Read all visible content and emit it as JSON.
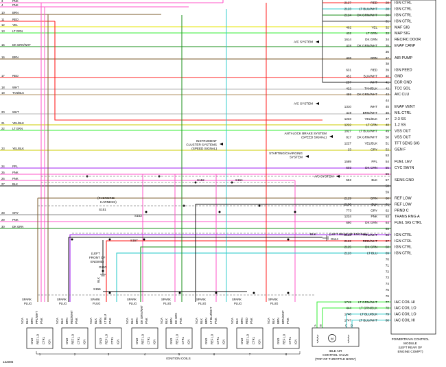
{
  "colors": {
    "PNK": "#ff55c8",
    "BRN": "#7a5a2a",
    "RED": "#ff2020",
    "YEL": "#e6e600",
    "LT GRN": "#33ee33",
    "DK GRN": "#1a8f1a",
    "DK GRN/WHT": "#1a8f1a",
    "WHT": "#b5b5b5",
    "TAN/BLK": "#b09060",
    "YEL/BLK": "#cccc00",
    "BLK": "#111111",
    "BLK/WHT": "#222222",
    "PPL": "#a020f0",
    "LT BLU": "#33cccc",
    "LT BLU/WHT": "#33cccc",
    "LT BLU/BLK": "#33cccc",
    "LT GRN/WHT": "#33ee33",
    "RED/WHT": "#ff2020",
    "PPL/WHT": "#a020f0",
    "GRY": "#888888",
    "BRN/WHT": "#7a5a2a",
    "DK BLU": "#2040c0"
  },
  "left_wires": [
    {
      "num": "3",
      "color": "PNK"
    },
    {
      "num": "4",
      "color": "PNK"
    },
    {
      "num": "10",
      "color": "BRN"
    },
    {
      "num": "11",
      "color": "RED"
    },
    {
      "num": "12",
      "color": "YEL"
    },
    {
      "num": "13",
      "color": "LT GRN"
    },
    {
      "num": "15",
      "color": "DK GRN/WHT"
    },
    {
      "num": "16",
      "color": "BRN"
    },
    {
      "num": "17",
      "color": "RED"
    },
    {
      "num": "18",
      "color": "WHT"
    },
    {
      "num": "19",
      "color": "TAN/BLK"
    },
    {
      "num": "20",
      "color": "WHT"
    },
    {
      "num": "21",
      "color": "YEL/BLK"
    },
    {
      "num": "22",
      "color": "LT GRN"
    },
    {
      "num": "23",
      "color": "YEL/BLK"
    },
    {
      "num": "24",
      "color": "PPL"
    },
    {
      "num": "25",
      "color": "PNK"
    },
    {
      "num": "26",
      "color": "PNK"
    },
    {
      "num": "27",
      "color": "BLK"
    },
    {
      "num": "28",
      "color": "GRY"
    },
    {
      "num": "29",
      "color": "PNK"
    },
    {
      "num": "30",
      "color": "DK GRN"
    }
  ],
  "pcm_rows": [
    {
      "circuit": "2127",
      "color": "RED",
      "pin": "28",
      "label": "IGN CTRL"
    },
    {
      "circuit": "2123",
      "color": "LT BLU/WHT",
      "pin": "28",
      "label": "IGN CTRL"
    },
    {
      "circuit": "2124",
      "color": "DK GRN/WHT",
      "pin": "30",
      "label": "IGN CTRL"
    },
    {
      "circuit": "",
      "color": "",
      "pin": "31",
      "label": "IGN CTRL"
    },
    {
      "circuit": "492",
      "color": "YEL",
      "pin": "32",
      "label": "MAF SIG"
    },
    {
      "circuit": "432",
      "color": "LT GRN",
      "pin": "33",
      "label": "MAP SIG"
    },
    {
      "circuit": "1614",
      "color": "DK GRN",
      "pin": "34",
      "label": "RECIRC DOOR"
    },
    {
      "circuit": "428",
      "color": "DK GRN/WHT",
      "pin": "35",
      "label": "EVAP CANP"
    },
    {
      "circuit": "",
      "color": "",
      "pin": "36",
      "label": ""
    },
    {
      "circuit": "436",
      "color": "BRN",
      "pin": "37",
      "label": "AIR PUMP"
    },
    {
      "circuit": "",
      "color": "",
      "pin": "38",
      "label": ""
    },
    {
      "circuit": "631",
      "color": "RED",
      "pin": "39",
      "label": "IGN FEED"
    },
    {
      "circuit": "451",
      "color": "BLK/WHT",
      "pin": "40",
      "label": "GND"
    },
    {
      "circuit": "257",
      "color": "WHT",
      "pin": "41",
      "label": "EGR GND"
    },
    {
      "circuit": "422",
      "color": "TAN/BLK",
      "pin": "42",
      "label": "TCC SOL"
    },
    {
      "circuit": "459",
      "color": "DK GRN/WHT",
      "pin": "43",
      "label": "A/C CLU"
    },
    {
      "circuit": "",
      "color": "",
      "pin": "44",
      "label": ""
    },
    {
      "circuit": "1310",
      "color": "WHT",
      "pin": "45",
      "label": "EVAP VENT"
    },
    {
      "circuit": "419",
      "color": "BRN/WHT",
      "pin": "46",
      "label": "MIL CTRL"
    },
    {
      "circuit": "1223",
      "color": "YEL/BLK",
      "pin": "47",
      "label": "2-3 SS"
    },
    {
      "circuit": "1222",
      "color": "LT GRN",
      "pin": "48",
      "label": "1-2 SS"
    },
    {
      "circuit": "1827",
      "color": "LT BLU/WHT",
      "pin": "49",
      "label": "VSS OUT"
    },
    {
      "circuit": "817",
      "color": "DK GRN/WHT",
      "pin": "50",
      "label": "VSS OUT"
    },
    {
      "circuit": "1227",
      "color": "YEL/BLK",
      "pin": "51",
      "label": "TFT SENS SIG"
    },
    {
      "circuit": "23",
      "color": "GRY",
      "pin": "52",
      "label": "GEN F"
    },
    {
      "circuit": "",
      "color": "",
      "pin": "53",
      "label": ""
    },
    {
      "circuit": "1589",
      "color": "PPL",
      "pin": "54",
      "label": "FUEL LEV"
    },
    {
      "circuit": "603",
      "color": "DK GRN",
      "pin": "55",
      "label": "CYC SW IN"
    },
    {
      "circuit": "",
      "color": "",
      "pin": "56",
      "label": ""
    },
    {
      "circuit": "552",
      "color": "BLK",
      "pin": "57",
      "label": "SENS GND"
    },
    {
      "circuit": "",
      "color": "",
      "pin": "58",
      "label": ""
    },
    {
      "circuit": "",
      "color": "",
      "pin": "59",
      "label": ""
    },
    {
      "circuit": "2129",
      "color": "BRN",
      "pin": "60",
      "label": "REF LOW"
    },
    {
      "circuit": "2130",
      "color": "BLK",
      "pin": "61",
      "label": "REF LOW"
    },
    {
      "circuit": "773",
      "color": "GRY",
      "pin": "62",
      "label": "PRND C"
    },
    {
      "circuit": "1224",
      "color": "PNK",
      "pin": "63",
      "label": "TRANS RNG A"
    },
    {
      "circuit": "690",
      "color": "DK GRN",
      "pin": "64",
      "label": "FUEL SIG CTRL"
    },
    {
      "circuit": "",
      "color": "",
      "pin": "65",
      "label": ""
    },
    {
      "circuit": "2126",
      "color": "PPL/WHT",
      "pin": "66",
      "label": "IGN CTRL"
    },
    {
      "circuit": "2122",
      "color": "RED/WHT",
      "pin": "67",
      "label": "IGN CTRL"
    },
    {
      "circuit": "2125",
      "color": "DK GRN",
      "pin": "68",
      "label": "IGN CTRL"
    },
    {
      "circuit": "2123",
      "color": "LT BLU",
      "pin": "69",
      "label": "IGN CTRL"
    },
    {
      "circuit": "",
      "color": "",
      "pin": "70",
      "label": ""
    },
    {
      "circuit": "",
      "color": "",
      "pin": "71",
      "label": ""
    },
    {
      "circuit": "",
      "color": "",
      "pin": "72",
      "label": ""
    },
    {
      "circuit": "",
      "color": "",
      "pin": "73",
      "label": ""
    },
    {
      "circuit": "",
      "color": "",
      "pin": "74",
      "label": ""
    },
    {
      "circuit": "",
      "color": "",
      "pin": "75",
      "label": ""
    },
    {
      "circuit": "",
      "color": "",
      "pin": "76",
      "label": ""
    },
    {
      "circuit": "1749",
      "color": "LT GRN/WHT",
      "pin": "77",
      "label": "IAC COIL HI"
    },
    {
      "circuit": "444",
      "color": "LT GRN/BLK",
      "pin": "78",
      "label": "IAC COIL LO"
    },
    {
      "circuit": "1748",
      "color": "LT BLU/BLK",
      "pin": "79",
      "label": "IAC COIL LO"
    },
    {
      "circuit": "1747",
      "color": "LT BLU/WHT",
      "pin": "80",
      "label": "IAC COIL HI"
    }
  ],
  "arrows": [
    {
      "label": "A/C SYSTEM"
    },
    {
      "label": "A/C SYSTEM"
    },
    {
      "label": "ANTI-LOCK BRAKE SYSTEM"
    },
    {
      "label": "(SPEED SIGNAL)"
    },
    {
      "label": "INSTRUMENT"
    },
    {
      "label": "CLUSTER SYSTEMS"
    },
    {
      "label": "(SPEED SIGNAL)"
    },
    {
      "label": "STARTING/CHARGING"
    },
    {
      "label": "SYSTEM"
    },
    {
      "label": "A/C SYSTEM"
    }
  ],
  "splices": [
    {
      "label": "S151"
    },
    {
      "label": "S152"
    },
    {
      "label": "S153"
    },
    {
      "label": "S154"
    },
    {
      "label": "S156"
    },
    {
      "label": "S157"
    },
    {
      "label": "G110"
    },
    {
      "label": "G114"
    }
  ],
  "notes": {
    "engine_harness": [
      "(IN ENGINE",
      "HARNESS)"
    ],
    "left_front": [
      "(LEFT",
      "FRONT OF",
      "ENGINE)"
    ],
    "left_rear": "(LEFT REAR OF ENGINE)",
    "blk_label": "BLK"
  },
  "coils": [
    {
      "num": "1",
      "wires": [
        "NCA",
        "BLK",
        "BRN",
        "PPL/WHT",
        "PNK"
      ]
    },
    {
      "num": "2",
      "wires": [
        "NCA",
        "BLK",
        "BRN",
        "RED/WHT",
        "PNK"
      ]
    },
    {
      "num": "3",
      "wires": [
        "NCA",
        "BLK",
        "BRN",
        "LT BLU",
        "PNK"
      ]
    },
    {
      "num": "4",
      "wires": [
        "NCA",
        "BLK",
        "BRN",
        "DK GRN/WHT",
        "PNK"
      ]
    },
    {
      "num": "5",
      "wires": [
        "NCA",
        "BLK",
        "BRN",
        "DK GRN",
        "PNK"
      ]
    },
    {
      "num": "6",
      "wires": [
        "NCA",
        "BLK",
        "BRN",
        "LT BLU/WHT",
        "PNK"
      ]
    },
    {
      "num": "7",
      "wires": [
        "NCA",
        "BLK",
        "BRN",
        "RED",
        "PNK"
      ]
    },
    {
      "num": "8",
      "wires": [
        "NCA",
        "BLK",
        "BRN",
        "BRN/WHT",
        "PNK"
      ]
    }
  ],
  "coil_pins": [
    "GND",
    "REF LO",
    "CTRL",
    "IGN"
  ],
  "spark_plug_label": [
    "SPARK",
    "PLUG"
  ],
  "ignition_coils_label": "IGNITION COILS",
  "iac": {
    "title": [
      "IDLE AIR",
      "CONTROL VALVE",
      "(TOP OF THROTTLE BODY)"
    ],
    "pins": [
      "A",
      "B",
      "C",
      "D"
    ]
  },
  "pcm_title": [
    "POWERTRAIN CONTROL",
    "MODULE",
    "(LEFT REAR OF",
    "ENGINE COMPT)"
  ],
  "figure_id": "132085"
}
